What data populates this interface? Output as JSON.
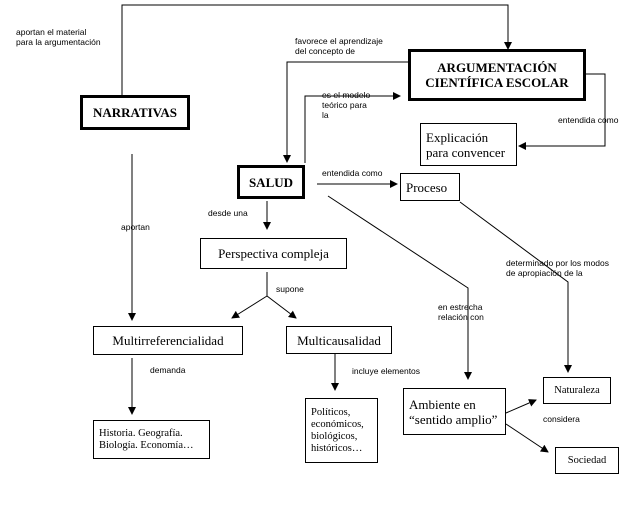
{
  "nodes": {
    "argumentacion": "ARGUMENTACIÓN\nCIENTÍFICA ESCOLAR",
    "narrativas": "NARRATIVAS",
    "explicacion": "Explicación\npara convencer",
    "salud": "SALUD",
    "proceso": "Proceso",
    "perspectiva": "Perspectiva compleja",
    "multirreferencialidad": "Multirreferencialidad",
    "multicausalidad": "Multicausalidad",
    "historia": "Historia. Geografía.\nBiología. Economía…",
    "politicos": "Políticos,\neconómicos,\nbiológicos,\nhistóricos…",
    "ambiente": "Ambiente en\n“sentido amplio”",
    "naturaleza": "Naturaleza",
    "sociedad": "Sociedad"
  },
  "labels": {
    "aportan_material": "aportan el material\npara la argumentación",
    "favorece": "favorece el aprendizaje\ndel concepto de",
    "modelo": "es el modelo\nteórico para\nla",
    "entendida_como_1": "entendida como",
    "entendida_como_2": "entendida como",
    "aportan": "aportan",
    "desde_una": "desde una",
    "supone": "supone",
    "determinado": "determinado por los modos\nde apropiación de la",
    "estrecha": "en estrecha\nrelación con",
    "demanda": "demanda",
    "incluye": "incluye elementos",
    "considera": "considera"
  }
}
